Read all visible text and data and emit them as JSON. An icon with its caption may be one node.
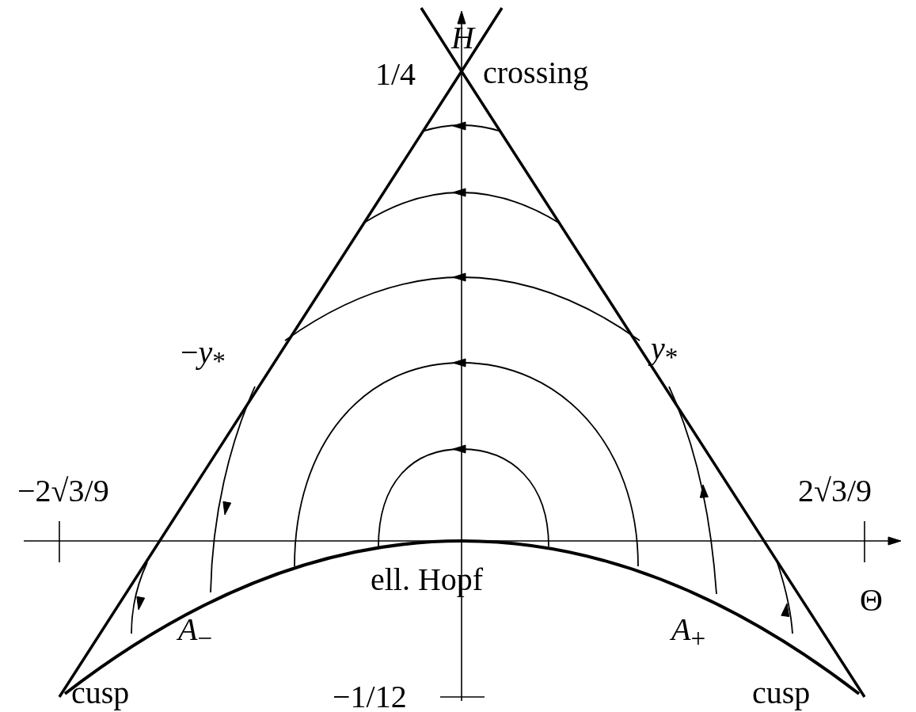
{
  "diagram": {
    "labels": [
      "*H*",
      "1/4",
      "crossing",
      "−*y*$_{*}$",
      "*y*$_{*}$",
      "−2√3/9",
      "2√3/9",
      "ell. Hopf",
      "Θ",
      "*A*$_{−}$",
      "*A*$_{+}$",
      "cusp",
      "−1/12",
      "cusp"
    ]
  }
}
